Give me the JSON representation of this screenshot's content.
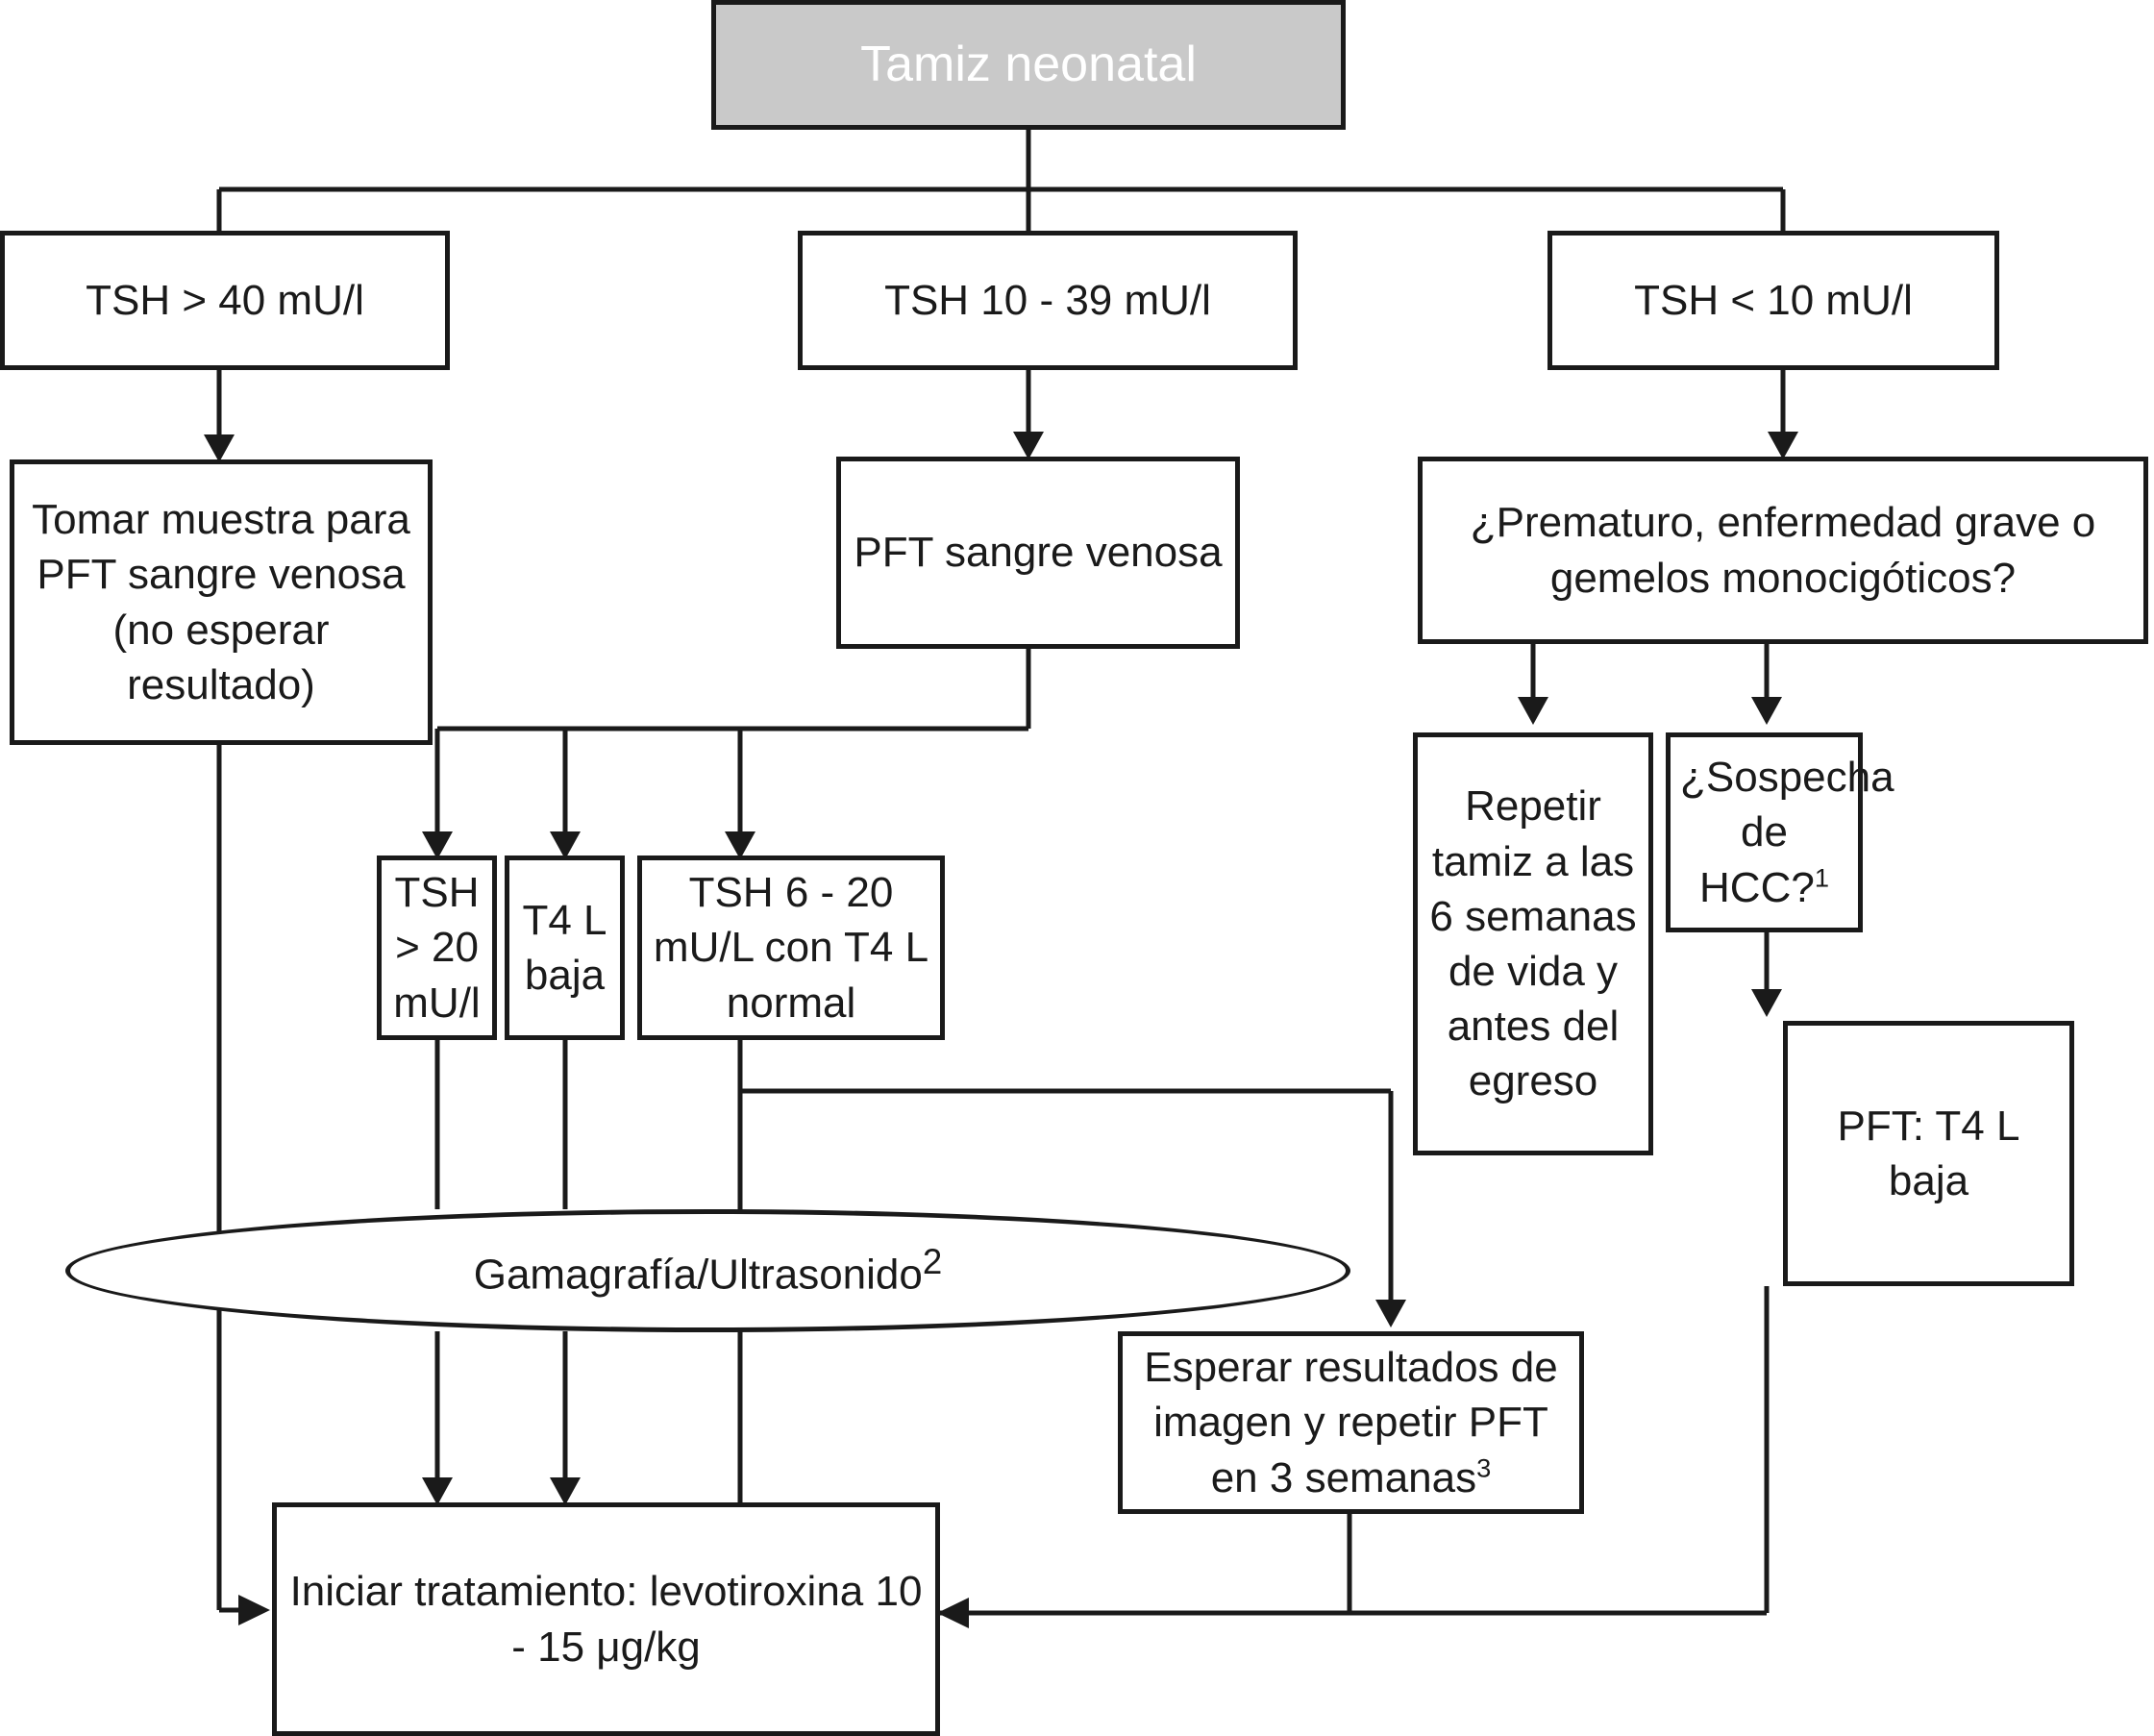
{
  "diagram": {
    "title": "Tamiz neonatal",
    "nodes": {
      "screening": "Tamiz neonatal",
      "tsh_high": "TSH > 40 mU/l",
      "tsh_mid": "TSH 10 - 39 mU/l",
      "tsh_low": "TSH < 10 mU/l",
      "take_sample": "Tomar muestra para PFT sangre venosa (no esperar resultado)",
      "pft_venous": "PFT sangre venosa",
      "premature_q": "¿Prematuro, enfermedad grave o gemelos monocigóticos?",
      "tsh_gt20": "TSH > 20 mU/l",
      "t4l_low": "T4 L baja",
      "tsh_6_20": "TSH 6 - 20 mU/L con T4 L normal",
      "repeat_screen": "Repetir tamiz a las 6 semanas de vida y antes del egreso",
      "suspect_hcc": "¿Sospecha de HCC?",
      "suspect_hcc_note": "1",
      "pft_t4l_low": "PFT: T4 L baja",
      "imaging": "Gamagrafía/Ultrasonido",
      "imaging_note": "2",
      "wait_results": "Esperar resultados de imagen y repetir PFT en 3 semanas",
      "wait_results_note": "3",
      "start_treatment": "Iniciar tratamiento: levotiroxina 10 - 15 μg/kg"
    },
    "colors": {
      "line": "#1a1a1a",
      "title_fill": "#c9c9c9",
      "title_text": "#ffffff",
      "node_fill": "#ffffff",
      "node_text": "#1a1a1a"
    }
  }
}
